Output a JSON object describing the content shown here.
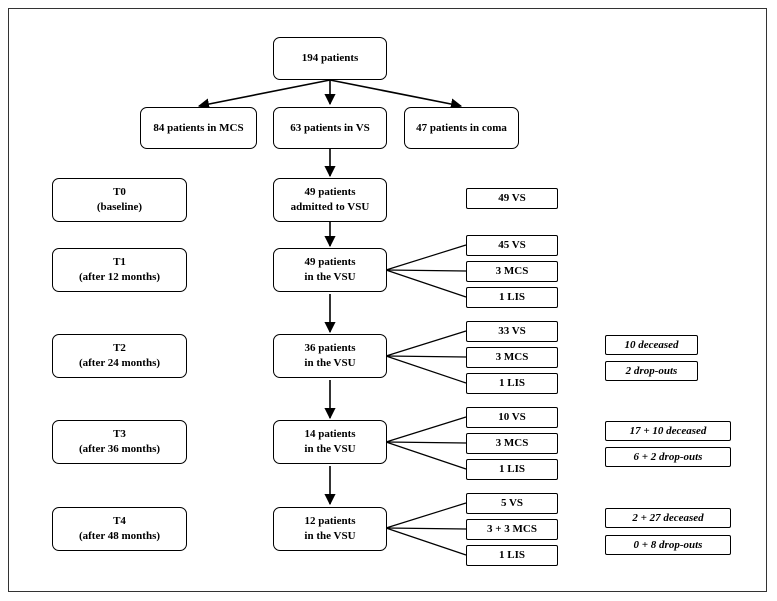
{
  "root": "194 patients",
  "groups": {
    "mcs": "84 patients in MCS",
    "vs": "63 patients in VS",
    "coma": "47 patients in coma"
  },
  "times": [
    {
      "code": "T0",
      "desc": "(baseline)"
    },
    {
      "code": "T1",
      "desc": "(after 12 months)"
    },
    {
      "code": "T2",
      "desc": "(after 24 months)"
    },
    {
      "code": "T3",
      "desc": "(after 36 months)"
    },
    {
      "code": "T4",
      "desc": "(after 48 months)"
    }
  ],
  "centers": [
    {
      "line1": "49 patients",
      "line2": "admitted to VSU"
    },
    {
      "line1": "49 patients",
      "line2": "in the VSU"
    },
    {
      "line1": "36 patients",
      "line2": "in the VSU"
    },
    {
      "line1": "14 patients",
      "line2": "in the VSU"
    },
    {
      "line1": "12 patients",
      "line2": "in the VSU"
    }
  ],
  "t0_outcome": "49 VS",
  "outcomes": [
    [
      "45 VS",
      "3 MCS",
      "1 LIS"
    ],
    [
      "33 VS",
      "3 MCS",
      "1 LIS"
    ],
    [
      "10 VS",
      "3 MCS",
      "1 LIS"
    ],
    [
      "5 VS",
      "3 + 3 MCS",
      "1 LIS"
    ]
  ],
  "losses": [
    {
      "deceased": "10 deceased",
      "dropouts": "2 drop-outs"
    },
    {
      "deceased": "17 + 10 deceased",
      "dropouts": "6 + 2 drop-outs"
    },
    {
      "deceased": "2 + 27 deceased",
      "dropouts": "0 + 8 drop-outs"
    }
  ]
}
